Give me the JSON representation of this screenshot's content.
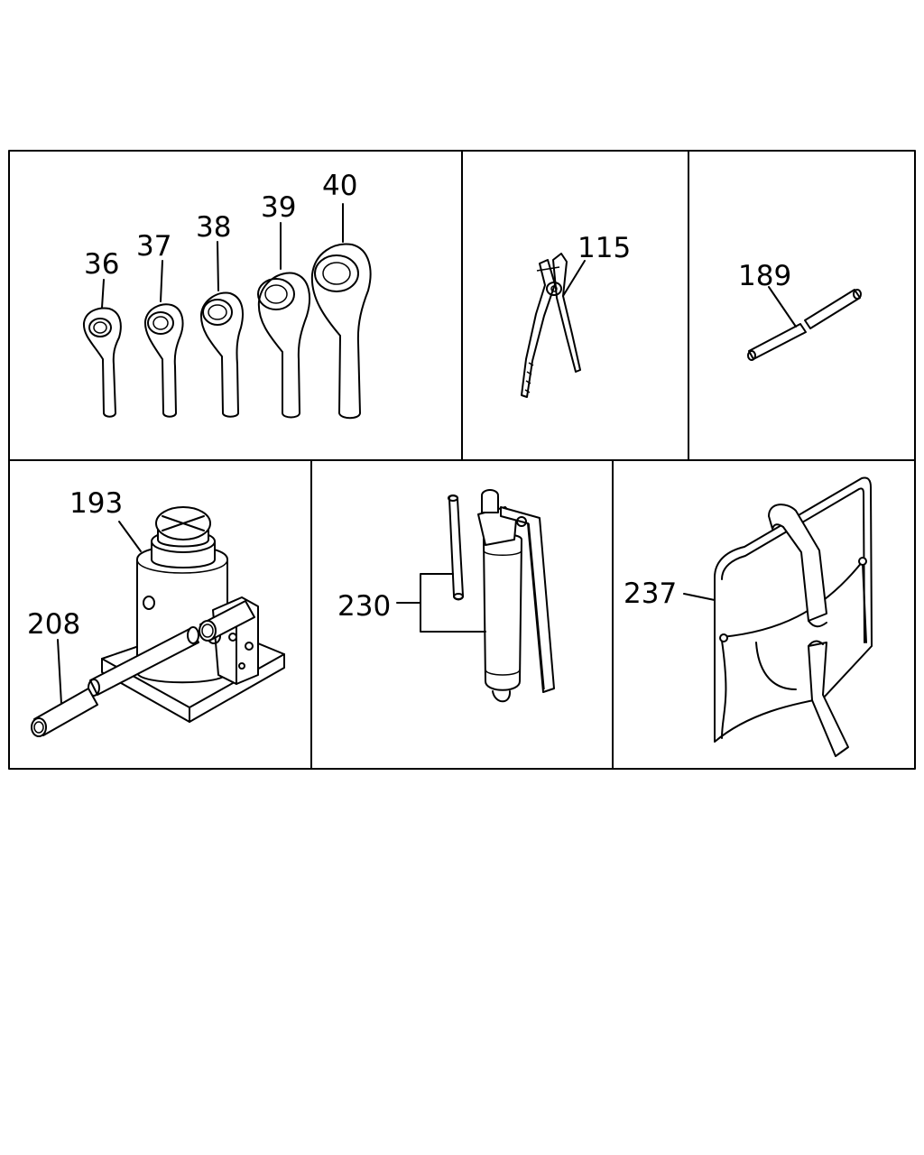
{
  "panels": {
    "wrenches": {
      "labels": [
        "36",
        "37",
        "38",
        "39",
        "40"
      ]
    },
    "pliers": {
      "label": "115"
    },
    "rod": {
      "label": "189"
    },
    "jack": {
      "labels": [
        "193",
        "208"
      ]
    },
    "grease_gun": {
      "label": "230"
    },
    "bag": {
      "label": "237"
    }
  }
}
